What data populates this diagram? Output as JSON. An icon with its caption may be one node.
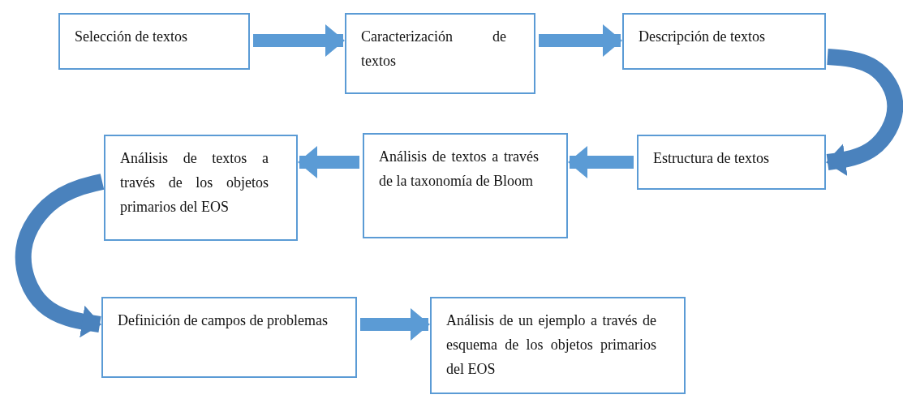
{
  "diagram": {
    "nodes": [
      {
        "text": [
          "Selección de textos"
        ]
      },
      {
        "text": [
          "Caracterización de textos"
        ]
      },
      {
        "text": [
          "Descripción de textos"
        ]
      },
      {
        "text": [
          "Estructura de textos"
        ]
      },
      {
        "text": [
          "Análisis de textos a través de la taxonomía de Bloom"
        ]
      },
      {
        "text": [
          "Análisis de textos a través de los objetos primarios del EOS"
        ]
      },
      {
        "text": [
          "Definición de campos de problemas"
        ]
      },
      {
        "text": [
          "Análisis de un ejemplo a través de esquema de los objetos primarios del EOS"
        ]
      }
    ],
    "edges": [
      {
        "from": 0,
        "to": 1,
        "arrow": "to"
      },
      {
        "from": 1,
        "to": 2,
        "arrow": "to"
      },
      {
        "from": 2,
        "to": 3,
        "arrow": "to"
      },
      {
        "from": 3,
        "to": 4,
        "arrow": "to"
      },
      {
        "from": 4,
        "to": 5,
        "arrow": "to"
      },
      {
        "from": 5,
        "to": 6,
        "arrow": "to"
      },
      {
        "from": 6,
        "to": 7,
        "arrow": "to"
      }
    ]
  }
}
